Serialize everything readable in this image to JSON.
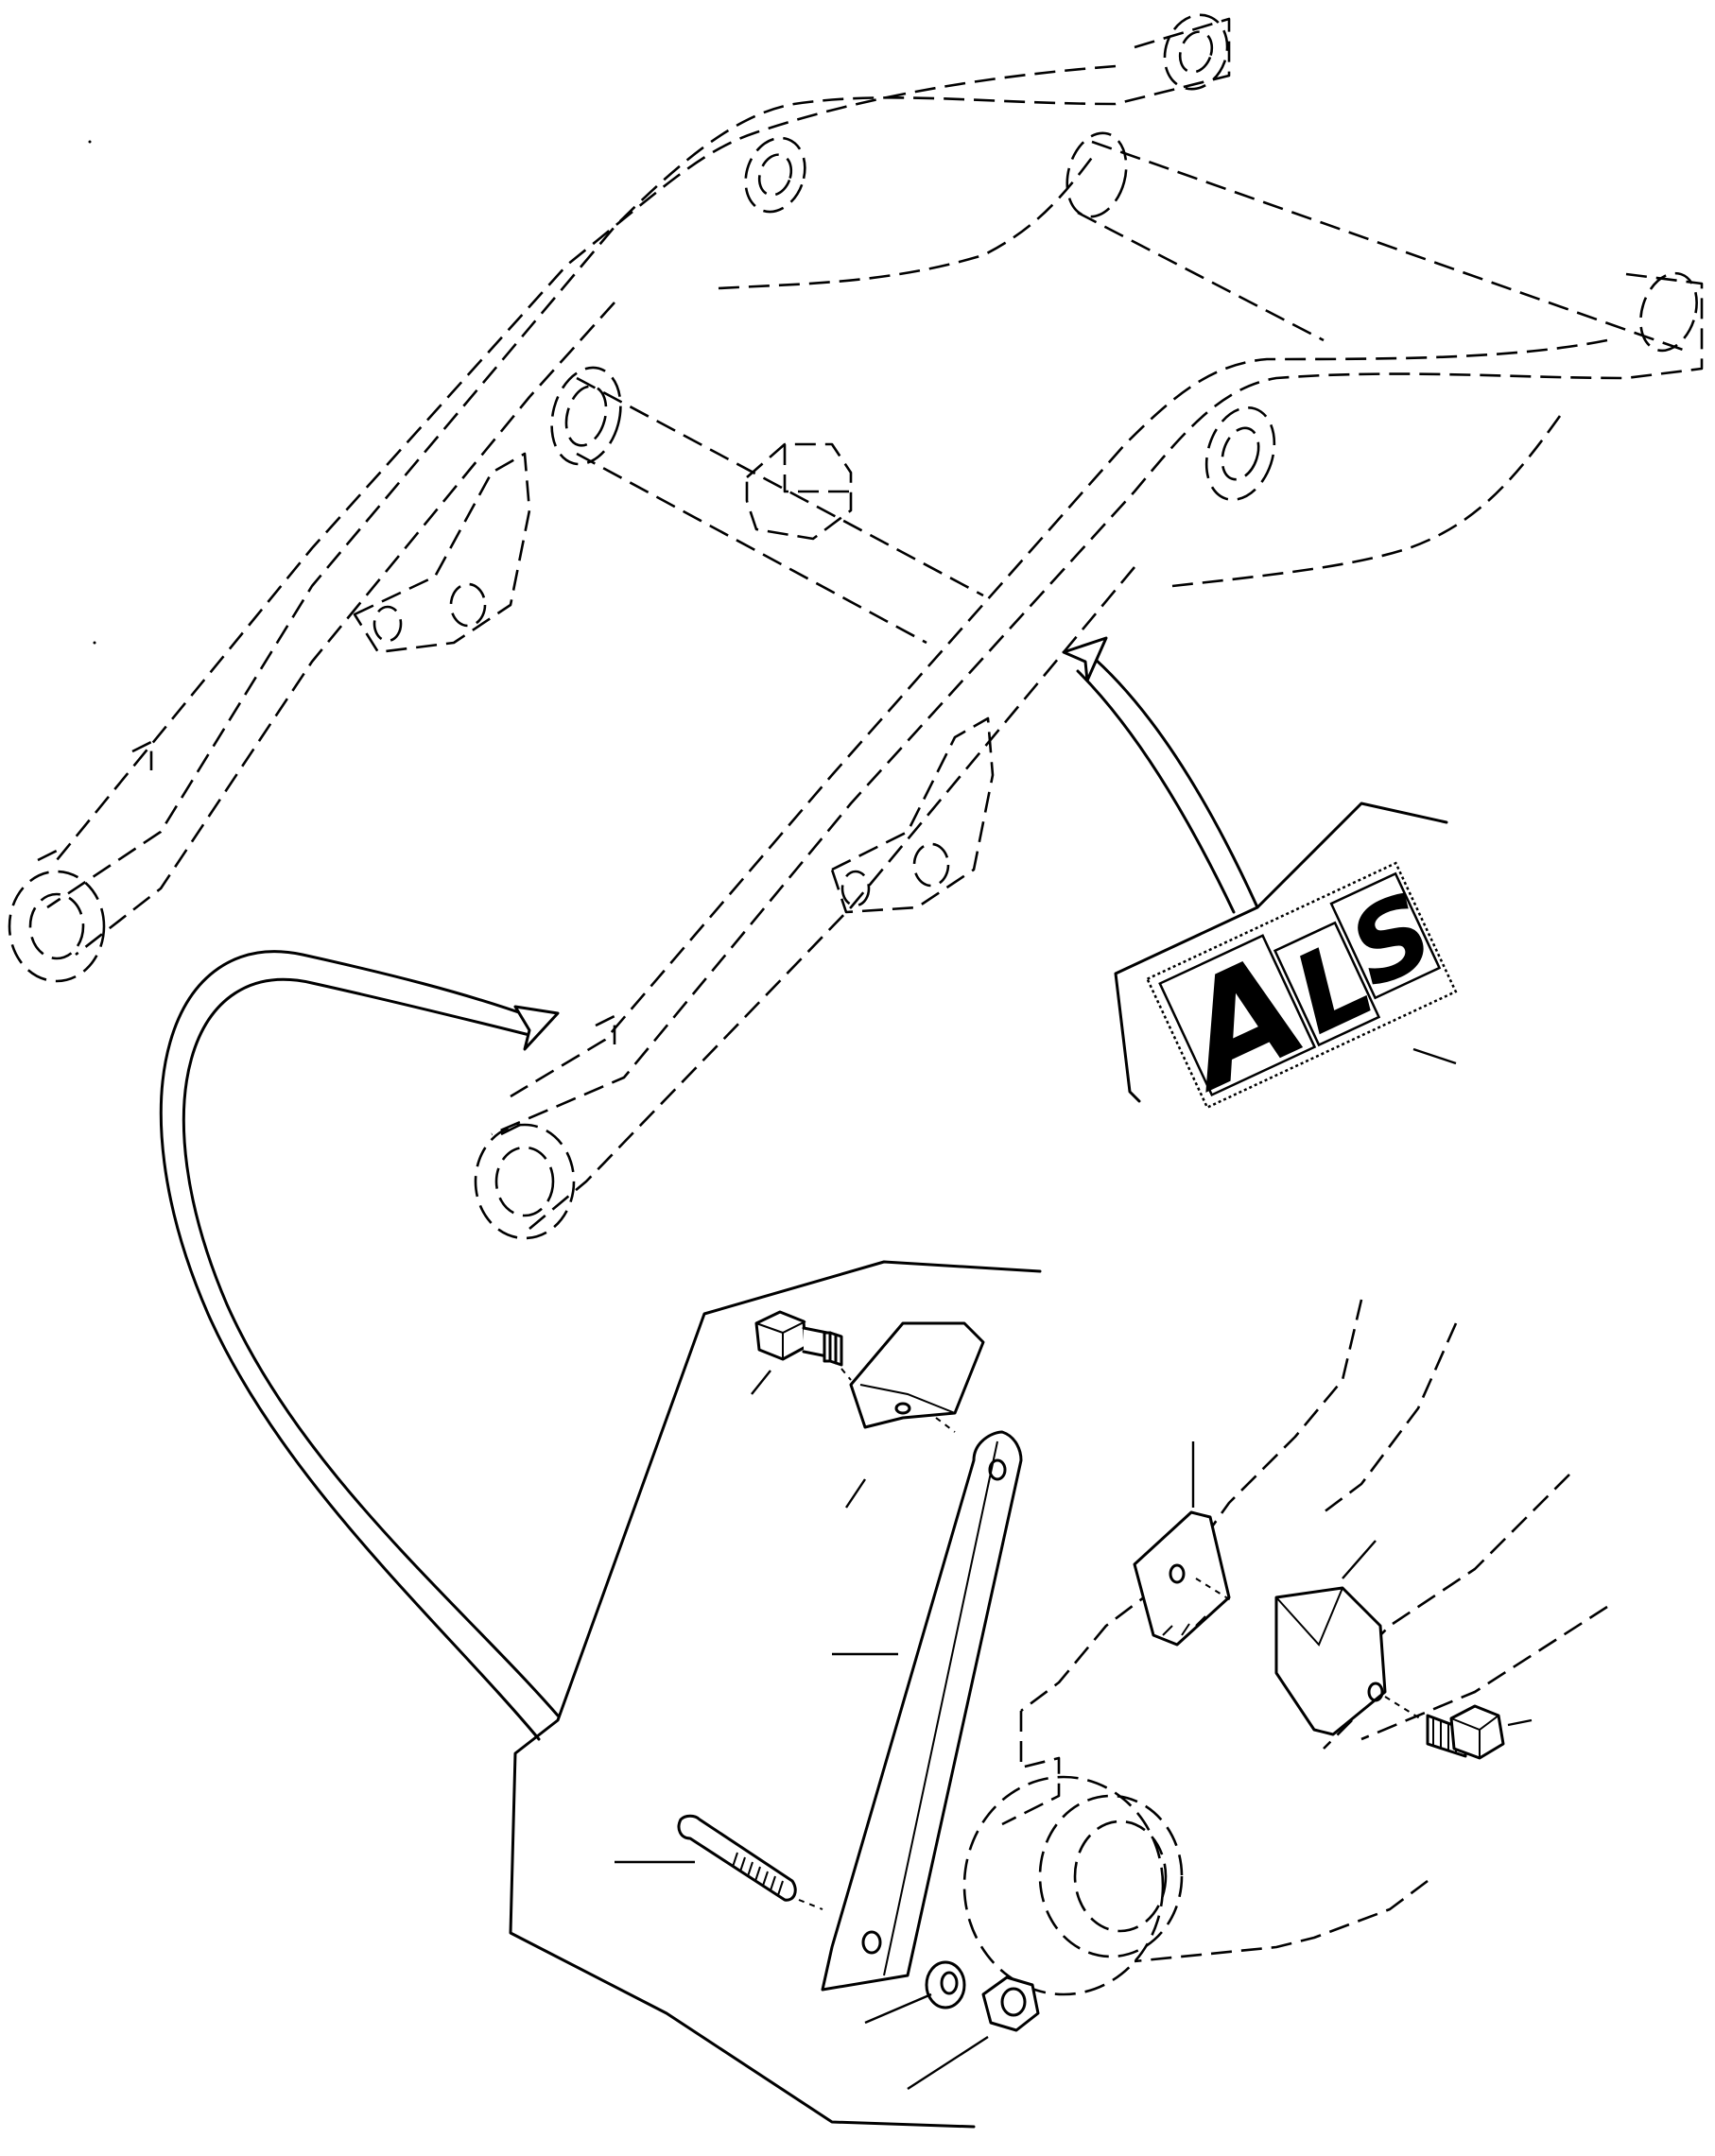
{
  "decal": {
    "letters": [
      "A",
      "L",
      "S"
    ]
  }
}
